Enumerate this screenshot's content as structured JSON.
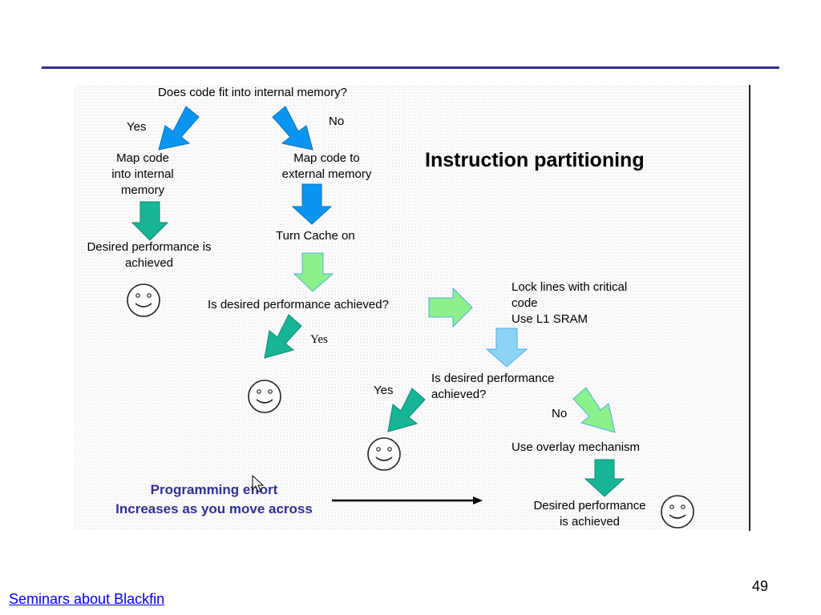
{
  "diagram": {
    "heading": "Instruction partitioning",
    "question_fit": "Does code fit into internal memory?",
    "yes_1": "Yes",
    "no_1": "No",
    "map_internal": "Map code\ninto internal\nmemory",
    "map_external": "Map code to\nexternal memory",
    "desired_left": "Desired performance is\nachieved",
    "turn_cache": "Turn Cache on",
    "question_perf_1": "Is desired performance achieved?",
    "yes_2": "Yes",
    "lock_lines": "Lock lines with critical\ncode\nUse L1 SRAM",
    "question_perf_2": "Is desired performance\nachieved?",
    "yes_3": "Yes",
    "no_2": "No",
    "overlay": "Use overlay mechanism",
    "desired_bottom": "Desired performance\nis achieved",
    "effort": "Programming effort\nIncreases as you move across",
    "colors": {
      "blue_arrow": "#0a96f0",
      "teal_arrow": "#16b596",
      "light_green_arrow": "#8cf08c",
      "light_blue_arrow": "#8cd3f5",
      "effort_text": "#2e3192"
    }
  },
  "slide_number": "49",
  "footer_link": "Seminars about Blackfin"
}
